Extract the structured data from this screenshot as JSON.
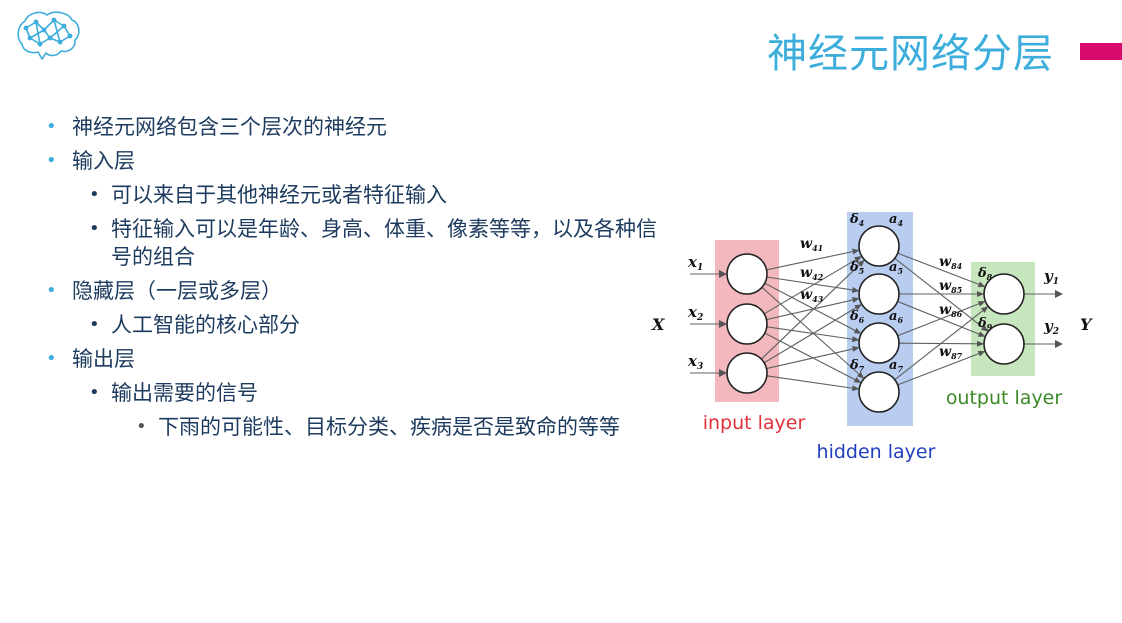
{
  "title": "神经元网络分层",
  "colors": {
    "title": "#3daedc",
    "accent_bar": "#d80b6c",
    "body_text": "#1d3b5e",
    "input_layer_bg": "#f2b8bd",
    "hidden_layer_bg": "#b8cdf0",
    "output_layer_bg": "#c6e6bd",
    "input_layer_label": "#e0313c",
    "hidden_layer_label": "#1f3fbf",
    "output_layer_label": "#3b8a26"
  },
  "logo_icon": "brain-network-icon",
  "bullets": [
    {
      "level": 1,
      "text": "神经元网络包含三个层次的神经元"
    },
    {
      "level": 1,
      "text": "输入层"
    },
    {
      "level": 2,
      "text": "可以来自于其他神经元或者特征输入"
    },
    {
      "level": 2,
      "text": "特征输入可以是年龄、身高、体重、像素等等，以及各种信号的组合"
    },
    {
      "level": 1,
      "text": "隐藏层（一层或多层）"
    },
    {
      "level": 2,
      "text": "人工智能的核心部分"
    },
    {
      "level": 1,
      "text": "输出层"
    },
    {
      "level": 2,
      "text": "输出需要的信号"
    },
    {
      "level": 3,
      "text": "下雨的可能性、目标分类、疾病是否是致命的等等"
    }
  ],
  "diagram": {
    "big_x": "X",
    "big_y": "Y",
    "inputs": [
      {
        "sym": "x",
        "sub": "1"
      },
      {
        "sym": "x",
        "sub": "2"
      },
      {
        "sym": "x",
        "sub": "3"
      }
    ],
    "hidden_units": [
      {
        "delta": "δ",
        "delta_sub": "4",
        "act": "a",
        "act_sub": "4"
      },
      {
        "delta": "δ",
        "delta_sub": "5",
        "act": "a",
        "act_sub": "5"
      },
      {
        "delta": "δ",
        "delta_sub": "6",
        "act": "a",
        "act_sub": "6"
      },
      {
        "delta": "δ",
        "delta_sub": "7",
        "act": "a",
        "act_sub": "7"
      }
    ],
    "output_units": [
      {
        "delta": "δ",
        "delta_sub": "8"
      },
      {
        "delta": "δ",
        "delta_sub": "9"
      }
    ],
    "outputs": [
      {
        "sym": "y",
        "sub": "1"
      },
      {
        "sym": "y",
        "sub": "2"
      }
    ],
    "input_weights": [
      {
        "sym": "w",
        "sub": "41"
      },
      {
        "sym": "w",
        "sub": "42"
      },
      {
        "sym": "w",
        "sub": "43"
      }
    ],
    "output_weights": [
      {
        "sym": "w",
        "sub": "84"
      },
      {
        "sym": "w",
        "sub": "85"
      },
      {
        "sym": "w",
        "sub": "86"
      },
      {
        "sym": "w",
        "sub": "87"
      }
    ],
    "input_layer_label": "input layer",
    "hidden_layer_label": "hidden layer",
    "output_layer_label": "output layer"
  }
}
